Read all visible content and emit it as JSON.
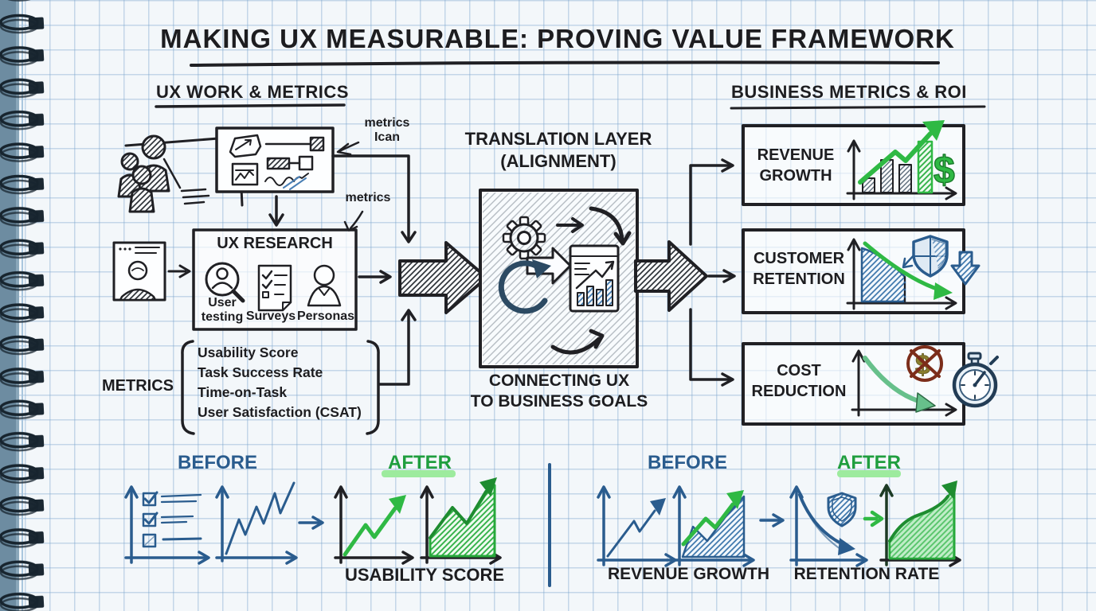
{
  "page": {
    "title": "MAKING UX MEASURABLE: PROVING VALUE FRAMEWORK"
  },
  "headers": {
    "left": "UX WORK & METRICS",
    "right": "BUSINESS METRICS & ROI"
  },
  "annotations": {
    "metrics_icon_line1": "metrics",
    "metrics_icon_line2": "Ican",
    "metrics_callout": "metrics"
  },
  "ux_research": {
    "title": "UX RESEARCH",
    "item1_line1": "User",
    "item1_line2": "testing",
    "item2": "Surveys",
    "item3": "Personas"
  },
  "metrics_list": {
    "label": "METRICS",
    "items": [
      "Usability Score",
      "Task Success Rate",
      "Time-on-Task",
      "User Satisfaction (CSAT)"
    ]
  },
  "translation_layer": {
    "title_line1": "TRANSLATION LAYER",
    "title_line2": "(ALIGNMENT)",
    "caption_line1": "CONNECTING UX",
    "caption_line2": "TO BUSINESS GOALS"
  },
  "business": {
    "box1_line1": "REVENUE",
    "box1_line2": "GROWTH",
    "box2_line1": "CUSTOMER",
    "box2_line2": "RETENTION",
    "box3_line1": "COST",
    "box3_line2": "REDUCTION",
    "dollar_glyph": "$"
  },
  "comparison_left": {
    "before": "BEFORE",
    "after": "AFTER",
    "caption": "USABILITY SCORE"
  },
  "comparison_right": {
    "before": "BEFORE",
    "after": "AFTER",
    "caption_before": "REVENUE GROWTH",
    "caption_after": "RETENTION RATE"
  },
  "colors": {
    "ink": "#1d1d20",
    "blue_ink": "#2a5c8e",
    "green": "#2fb944",
    "green_dark": "#1e8c30",
    "green_highlight": "#9deb9e",
    "red_brown": "#7c2d1a",
    "grid_blue": "#b9d3e6",
    "spiral_strip": "#6d8ca1"
  }
}
